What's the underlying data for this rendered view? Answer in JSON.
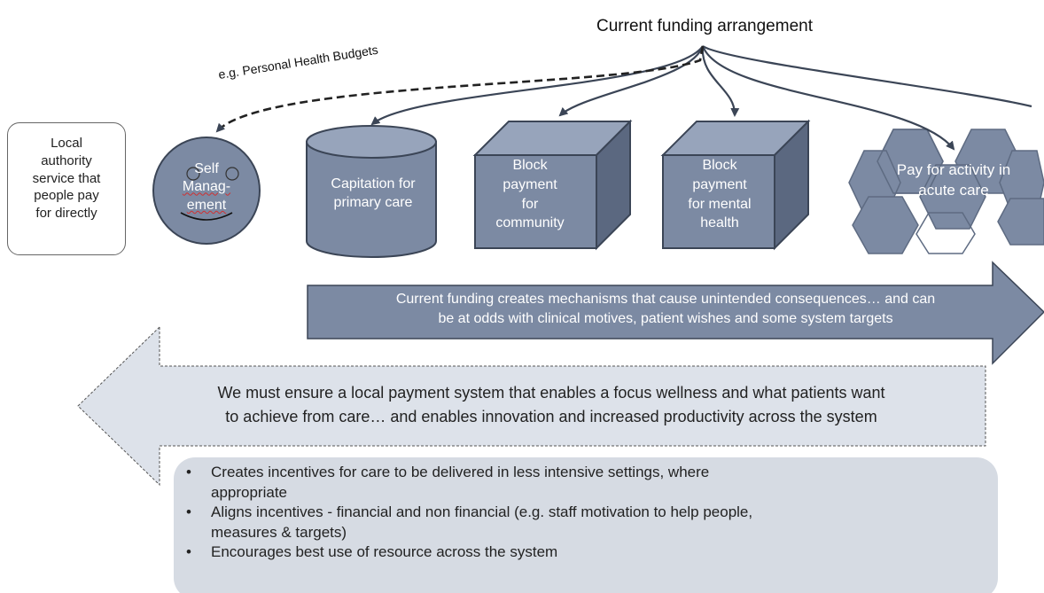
{
  "title": "Current funding arrangement",
  "personal_health_budgets": "e.g. Personal Health Budgets",
  "local_authority": [
    "Local",
    "authority",
    "service that",
    "people pay",
    "for directly"
  ],
  "self_management": [
    "Self",
    "Manag-",
    "ement"
  ],
  "capitation": [
    "Capitation for",
    "primary care"
  ],
  "block_community": [
    "Block",
    "payment",
    "for",
    "community"
  ],
  "block_mental_health": [
    "Block",
    "payment",
    "for mental",
    "health"
  ],
  "pay_for_activity": [
    "Pay for activity in",
    "acute care"
  ],
  "right_arrow_text": [
    "Current funding creates mechanisms that cause unintended consequences… and can",
    "be at odds with clinical motives, patient wishes and some system targets"
  ],
  "left_arrow_text": [
    "We must ensure a local payment system that enables a focus wellness and what patients want",
    "to achieve from care… and enables innovation and increased productivity across the system"
  ],
  "bullets": [
    [
      "Creates incentives for care to be delivered in less intensive settings, where",
      "appropriate"
    ],
    [
      "Aligns incentives - financial and non financial (e.g. staff motivation to help people,",
      "measures & targets)"
    ],
    [
      "Encourages best use of resource across the system"
    ]
  ],
  "colors": {
    "shape_fill": "#7c8aa3",
    "shape_dark": "#5b6880",
    "shape_light": "#97a4bb",
    "outline": "#3b4556",
    "left_arrow_fill": "#dde2ea",
    "bullet_panel": "#d6dbe3"
  }
}
